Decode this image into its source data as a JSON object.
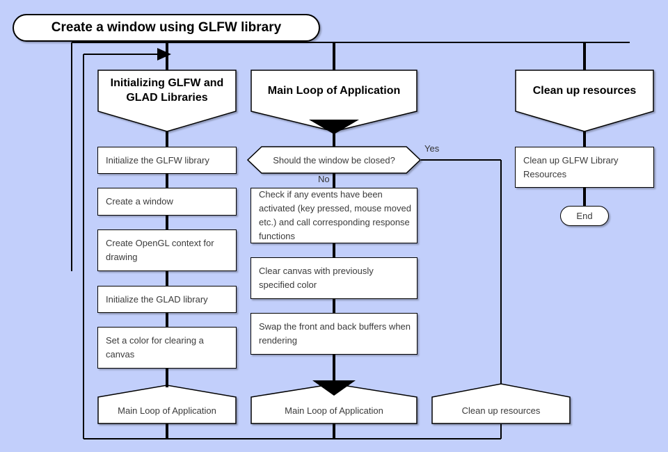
{
  "colors": {
    "background": "#c2cffb",
    "node_fill": "#ffffff",
    "line": "#000000",
    "body_text": "#3a3a3a",
    "header_text": "#000000"
  },
  "title": "Create a window using GLFW library",
  "columns": {
    "init": {
      "header": "Initializing GLFW and GLAD Libraries",
      "steps": [
        "Initialize the GLFW library",
        "Create a window",
        "Create OpenGL context for drawing",
        "Initialize the GLAD library",
        "Set a color for clearing a canvas"
      ],
      "next": "Main Loop of Application"
    },
    "main_loop": {
      "header": "Main Loop of Application",
      "decision": {
        "question": "Should the window be closed?",
        "yes_label": "Yes",
        "no_label": "No"
      },
      "steps": [
        "Check if any events have been activated (key pressed, mouse moved etc.) and call corresponding response functions",
        "Clear canvas with previously specified color",
        "Swap the front and back buffers when rendering"
      ],
      "next": "Main Loop of Application"
    },
    "cleanup": {
      "header": "Clean up resources",
      "steps": [
        "Clean up GLFW Library Resources"
      ],
      "terminator": "End",
      "next": "Clean up resources"
    }
  }
}
